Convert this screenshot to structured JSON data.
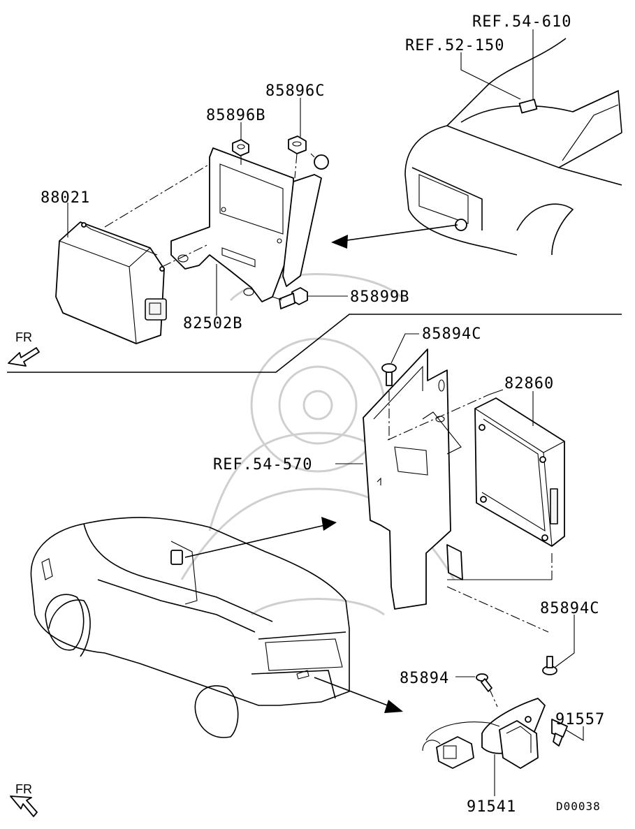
{
  "labels": {
    "ref_54_610": "REF.54-610",
    "ref_52_150": "REF.52-150",
    "p85896c": "85896C",
    "p85896b": "85896B",
    "p88021": "88021",
    "p85899b": "85899B",
    "p82502b": "82502B",
    "p85894c_top": "85894C",
    "p82860": "82860",
    "ref_54_570": "REF.54-570",
    "p85894c_bottom": "85894C",
    "p85894": "85894",
    "p91557": "91557",
    "p91541": "91541",
    "diagram_code": "D00038"
  },
  "fr_top": "FR",
  "fr_bottom": "FR",
  "colors": {
    "ink": "#000000",
    "watermark": "#cfcfcf",
    "background": "#ffffff"
  }
}
